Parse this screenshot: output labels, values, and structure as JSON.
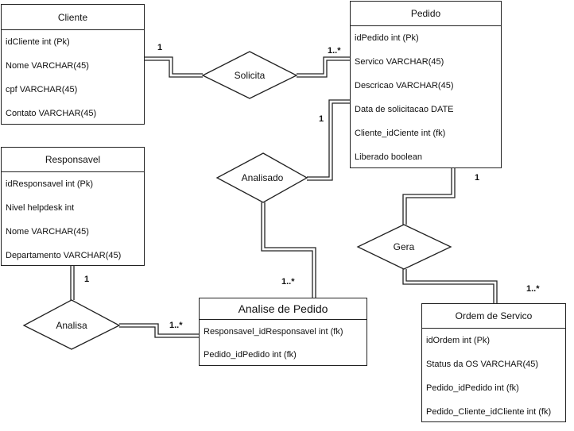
{
  "entities": {
    "cliente": {
      "title": "Cliente",
      "attributes": [
        "idCliente int (Pk)",
        "Nome VARCHAR(45)",
        "cpf VARCHAR(45)",
        "Contato VARCHAR(45)"
      ]
    },
    "pedido": {
      "title": "Pedido",
      "attributes": [
        "idPedido int (Pk)",
        "Servico VARCHAR(45)",
        "Descricao VARCHAR(45)",
        "Data de solicitacao DATE",
        "Cliente_idCiente int (fk)",
        "Liberado boolean"
      ]
    },
    "responsavel": {
      "title": "Responsavel",
      "attributes": [
        "idResponsavel int (Pk)",
        "Nivel helpdesk int",
        "Nome VARCHAR(45)",
        "Departamento VARCHAR(45)"
      ]
    },
    "analise": {
      "title": "Analise de Pedido",
      "attributes": [
        "Responsavel_idResponsavel int (fk)",
        "Pedido_idPedido int (fk)"
      ]
    },
    "ordem": {
      "title": "Ordem de Servico",
      "attributes": [
        "idOrdem int (Pk)",
        "Status da OS VARCHAR(45)",
        "Pedido_idPedido int (fk)",
        "Pedido_Cliente_idCliente int (fk)"
      ]
    }
  },
  "relationships": {
    "solicita": "Solicita",
    "analisado": "Analisado",
    "gera": "Gera",
    "analisa": "Analisa"
  },
  "cardinalities": {
    "solicita_cliente": "1",
    "solicita_pedido": "1..*",
    "analisado_pedido": "1",
    "analisado_analise": "1..*",
    "gera_pedido": "1",
    "gera_ordem": "1..*",
    "analisa_responsavel": "1",
    "analisa_analise": "1..*"
  }
}
